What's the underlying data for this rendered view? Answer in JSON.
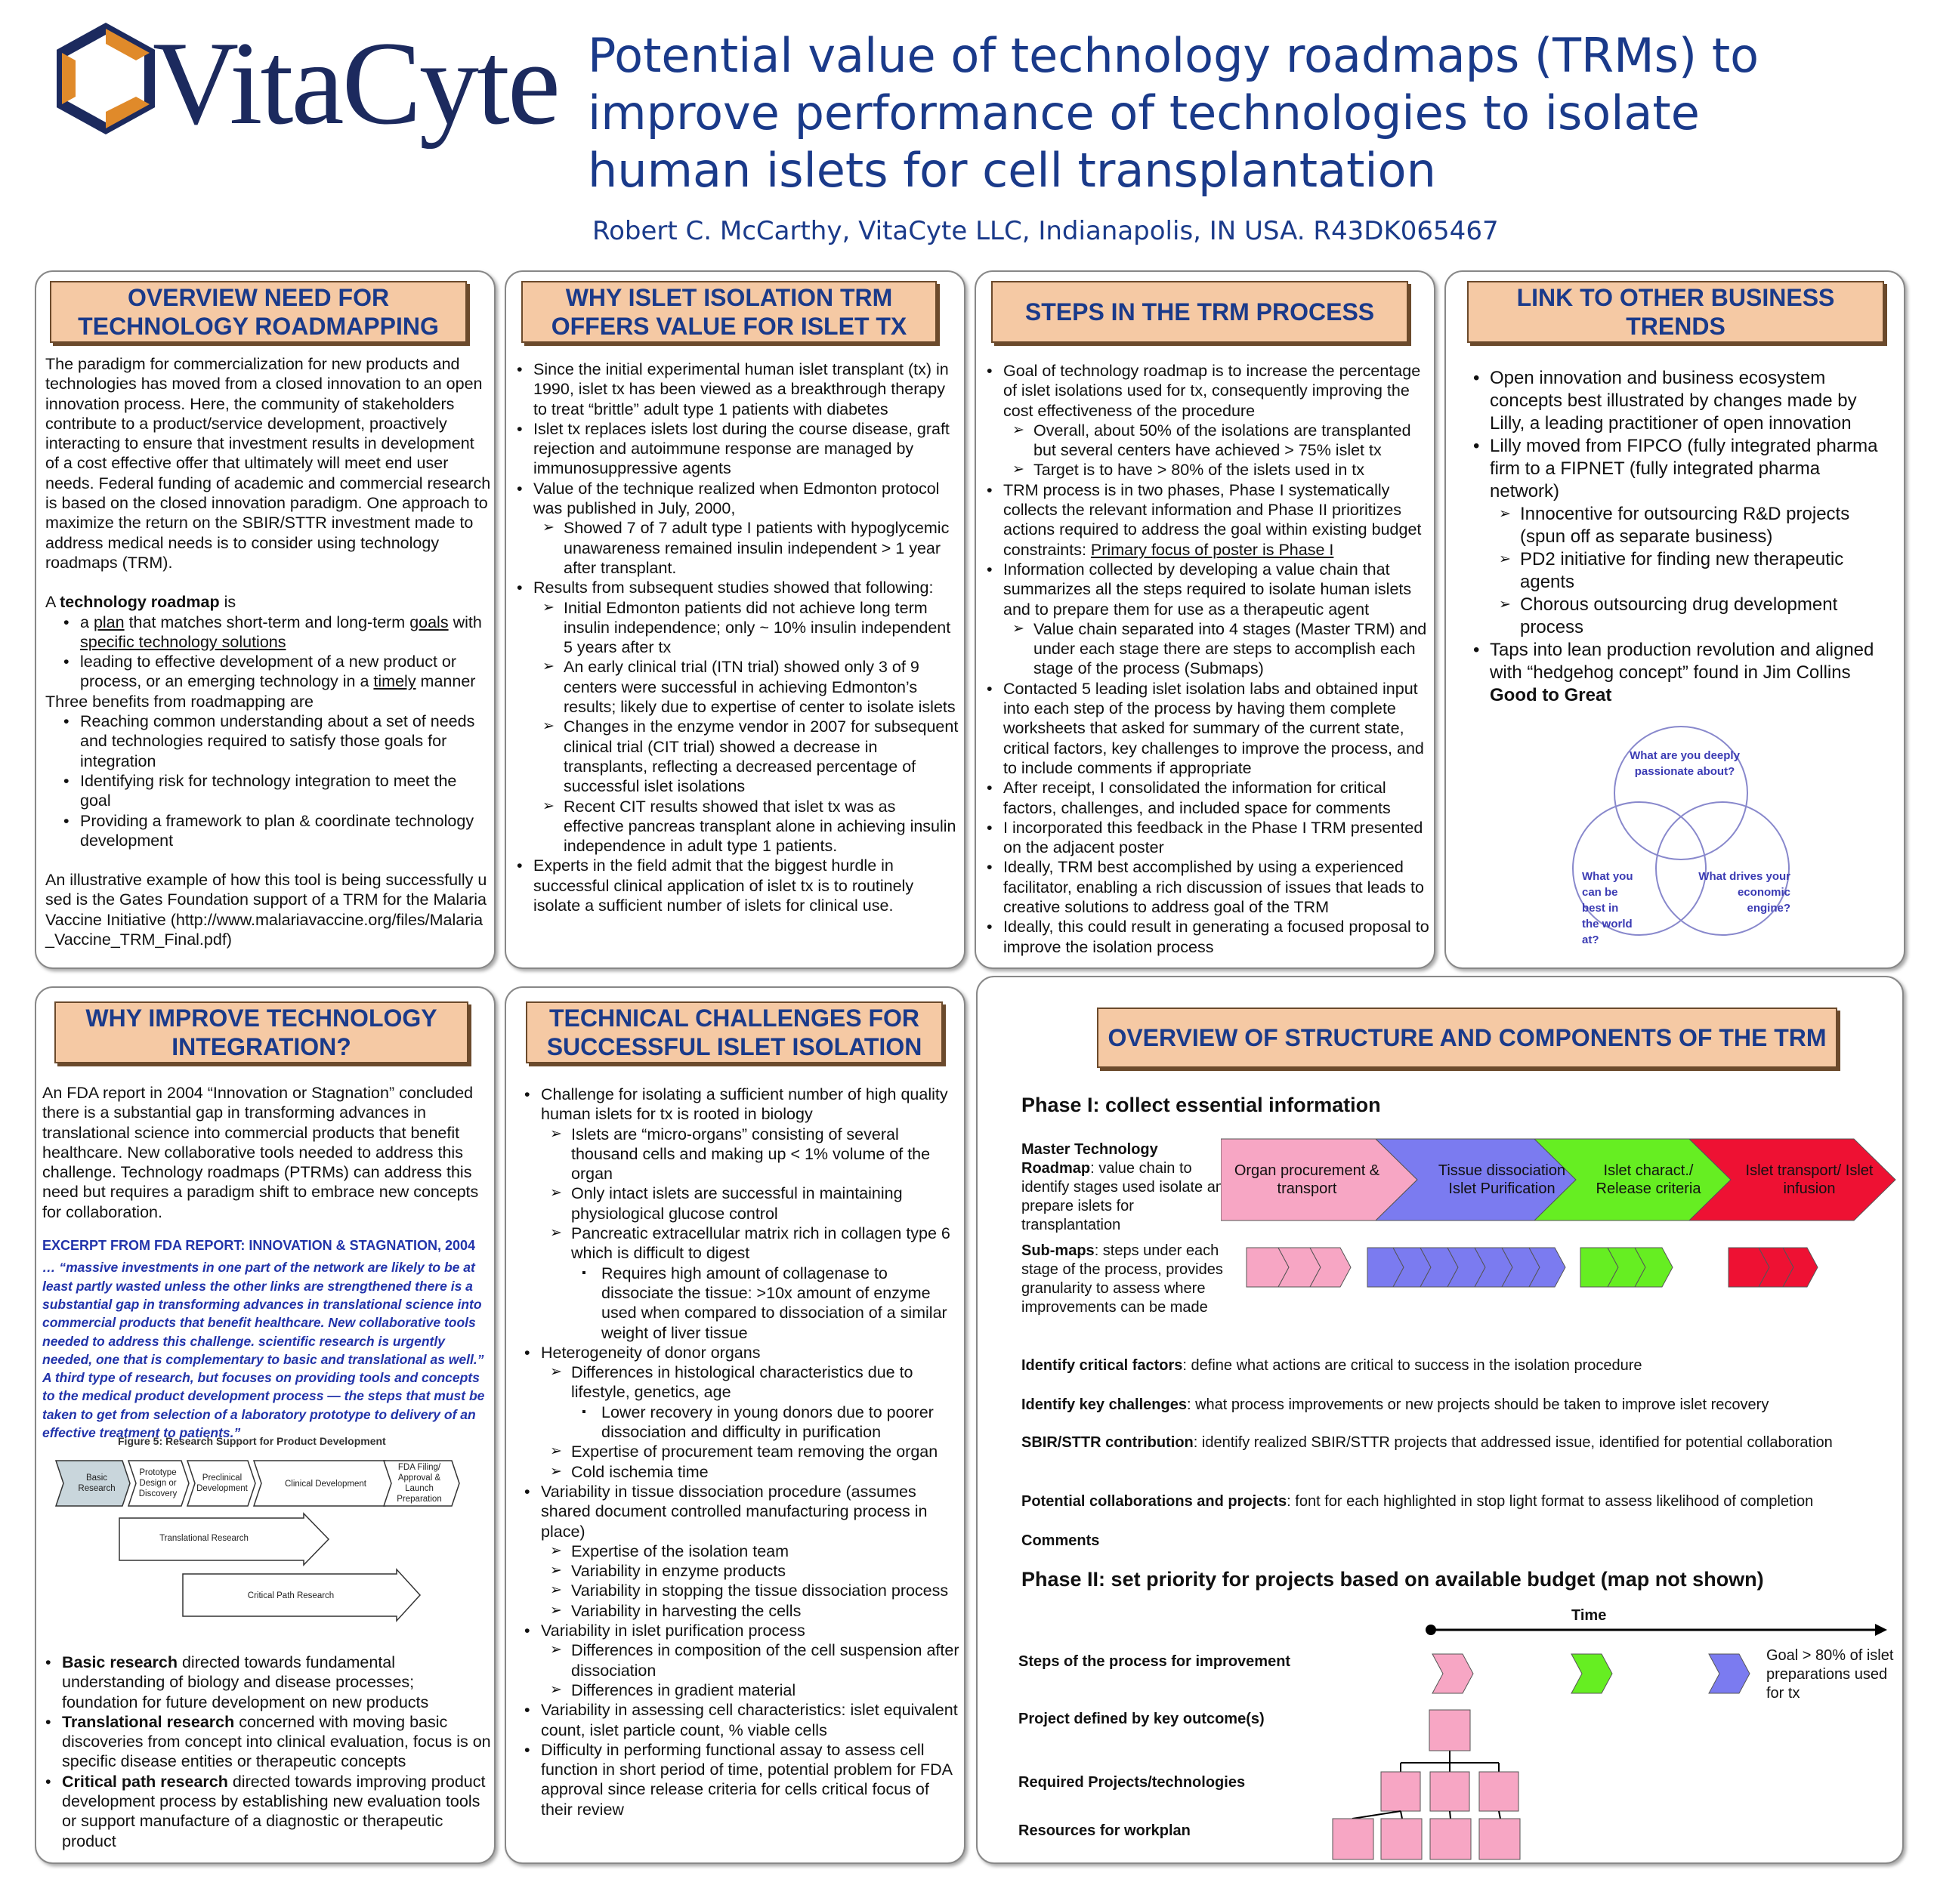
{
  "logo": {
    "text": "VitaCyte"
  },
  "title": {
    "line1": "Potential value of technology roadmaps (TRMs) to",
    "line2": "improve performance of technologies to isolate",
    "line3": "human islets for cell transplantation"
  },
  "author": "Robert C. McCarthy, VitaCyte LLC, Indianapolis, IN USA. R43DK065467",
  "overview": {
    "header1": "OVERVIEW NEED FOR",
    "header2": "TECHNOLOGY ROADMAPPING",
    "para1": "The paradigm for commercialization for new products and technologies has moved from a closed innovation to an open innovation process. Here, the community of stakeholders contribute to a product/service development, proactively interacting to ensure that investment results in development of a cost effective offer that ultimately will meet end user needs. Federal funding of academic and commercial research is based on the closed innovation paradigm. One approach to maximize the return on the SBIR/STTR investment made to address medical needs is to consider using technology roadmaps (TRM).",
    "def_a": "A ",
    "def_b": "technology roadmap",
    "def_c": " is",
    "b1_a": "a ",
    "b1_plan": "plan",
    "b1_b": " that matches short-term and long-term ",
    "b1_goals": "goals",
    "b1_c": " with ",
    "b1_sts": "specific technology solutions",
    "b2_a": "leading to effective development of a new product or process, or an emerging technology in a ",
    "b2_timely": "timely",
    "b2_b": " manner",
    "three": "Three benefits from roadmapping are",
    "ben1": "Reaching common understanding about a set of needs and technologies required to satisfy those goals for integration",
    "ben2": "Identifying risk for technology integration to meet the goal",
    "ben3": "Providing a framework to plan & coordinate technology development",
    "para2": "An illustrative example of how this tool is being successfully used is the Gates Foundation support of a TRM for the Malaria Vaccine Initiative (http://www.malariavaccine.org/files/Malaria_Vaccine_TRM_Final.pdf)"
  },
  "why_islet": {
    "header1": "WHY ISLET ISOLATION TRM",
    "header2": "OFFERS VALUE FOR ISLET TX",
    "b1": "Since the initial experimental human islet transplant (tx) in 1990, islet tx has been viewed as a breakthrough therapy to treat  “brittle” adult type 1 patients with diabetes",
    "b2": "Islet tx replaces islets lost during the course disease, graft rejection and autoimmune response are managed by immunosuppressive agents",
    "b3": "Value of the technique realized when Edmonton protocol was published in July, 2000,",
    "b3_1": "Showed 7 of 7 adult type I patients with hypoglycemic unawareness remained insulin independent > 1 year after transplant.",
    "b4": "Results from subsequent studies showed that following:",
    "b4_1": "Initial Edmonton patients did not achieve long term insulin independence; only ~ 10% insulin independent 5 years after tx",
    "b4_2": "An early clinical trial (ITN trial) showed only 3 of 9 centers were successful in achieving Edmonton’s results; likely due to expertise of center to isolate islets",
    "b4_3": "Changes in the enzyme vendor in 2007 for subsequent clinical trial (CIT trial) showed a decrease in transplants, reflecting a decreased percentage of successful islet isolations",
    "b4_4": "Recent CIT results showed that islet tx was as effective pancreas transplant alone in achieving insulin independence in adult type 1 patients.",
    "b5": "Experts in the field admit that the biggest hurdle in successful clinical application of islet tx is to routinely isolate a sufficient number of islets for clinical use."
  },
  "steps": {
    "header": "STEPS IN THE TRM PROCESS",
    "b1": "Goal of technology roadmap is to increase the percentage of islet isolations used for tx, consequently improving the cost effectiveness of the procedure",
    "b1_1": "Overall, about 50% of the isolations are transplanted but several centers have achieved > 75% islet tx",
    "b1_2": "Target is to have > 80% of the islets used in tx",
    "b2_a": "TRM process is in two phases, Phase I systematically collects the relevant information and Phase II prioritizes actions required to address the goal within existing budget constraints: ",
    "b2_u": "Primary focus of poster is Phase I",
    "b3": "Information collected by developing a value chain that summarizes all the steps required to isolate human islets and to prepare them for use as a therapeutic agent",
    "b3_1": "Value chain separated into 4 stages (Master TRM) and under each stage there are steps to accomplish each stage of the process (Submaps)",
    "b4": "Contacted 5 leading islet isolation labs and obtained input into each step of the process by having them complete worksheets that asked for summary of the current state, critical factors, key challenges to improve the process, and to include comments if appropriate",
    "b5": "After receipt, I consolidated the information for critical factors, challenges, and included space for comments",
    "b6": "I incorporated this feedback in the Phase I TRM presented on the adjacent poster",
    "b7": "Ideally, TRM best accomplished by using a experienced facilitator, enabling a rich discussion of issues that leads to creative solutions to address goal of the TRM",
    "b8": "Ideally, this could result in generating a focused proposal to improve the isolation process"
  },
  "link": {
    "header1": "LINK TO OTHER BUSINESS",
    "header2": "TRENDS",
    "b1": "Open innovation and business ecosystem concepts best illustrated by changes made by Lilly, a leading practitioner of open innovation",
    "b2": "Lilly moved from FIPCO (fully integrated pharma firm to a FIPNET (fully integrated pharma network)",
    "b2_1": "Innocentive for outsourcing R&D projects (spun off as separate business)",
    "b2_2": "PD2 initiative for finding new therapeutic agents",
    "b2_3": "Chorous outsourcing drug development process",
    "b3_a": "Taps into lean production revolution and aligned with “hedgehog concept” found in Jim Collins ",
    "b3_b": "Good to Great",
    "venn1": "What are you deeply passionate about?",
    "venn2": "What you can be best in the world at?",
    "venn3": "What drives your economic engine?"
  },
  "why_improve": {
    "header1": "WHY IMPROVE TECHNOLOGY",
    "header2": "INTEGRATION?",
    "para": "An FDA report in 2004 “Innovation or Stagnation” concluded there is a substantial gap in transforming advances in translational science into commercial products that benefit healthcare. New collaborative tools needed to address this challenge. Technology roadmaps (PTRMs) can address this need but requires a paradigm shift to embrace new concepts for collaboration.",
    "fda_head": "EXCERPT FROM FDA REPORT: INNOVATION & STAGNATION,  2004",
    "fda_quote": "… “massive investments in one part of the network are likely to be at least partly wasted unless the other links are strengthened there is a substantial gap in transforming advances in translational science into commercial products that benefit healthcare. New collaborative tools needed to address this challenge. scientific research is urgently needed, one that is complementary to basic and translational as well.” A third type of research, but focuses on providing tools and concepts to the medical product development process — the steps that must be taken to get from selection of a laboratory prototype to delivery of an effective treatment to patients.”",
    "fig_title": "Figure 5:  Research Support for Product Development",
    "fig_basic": "Basic Research",
    "fig_proto": "Prototype Design or Discovery",
    "fig_preclin": "Preclinical Development",
    "fig_clin": "Clinical Development",
    "fig_fda": "FDA Filing/ Approval & Launch Preparation",
    "fig_trans": "Translational Research",
    "fig_crit": "Critical Path Research",
    "b1_a": "Basic research",
    "b1_b": " directed towards fundamental understanding of biology and disease processes; foundation for future development on new products",
    "b2_a": "Translational research",
    "b2_b": " concerned with moving basic discoveries from concept into clinical evaluation, focus is on specific disease entities or therapeutic concepts",
    "b3_a": "Critical path research",
    "b3_b": " directed towards improving product development process by establishing new evaluation tools or support manufacture of a diagnostic or therapeutic product"
  },
  "challenges": {
    "header1": "TECHNICAL CHALLENGES FOR",
    "header2": "SUCCESSFUL ISLET ISOLATION",
    "b1": "Challenge for isolating a sufficient number of high quality human islets for tx is rooted in biology",
    "b1_1": "Islets are “micro-organs” consisting of several thousand cells and making up < 1% volume of the organ",
    "b1_2": "Only intact islets are successful in maintaining physiological glucose control",
    "b1_3": "Pancreatic extracellular matrix rich in collagen type 6 which is difficult to digest",
    "b1_3_1": "Requires high amount of collagenase to dissociate the tissue:  >10x amount of enzyme used when compared to dissociation of a similar weight of liver tissue",
    "b2": "Heterogeneity of donor organs",
    "b2_1": "Differences in histological characteristics due to lifestyle, genetics, age",
    "b2_1_1": "Lower recovery in young donors due to poorer dissociation  and difficulty in purification",
    "b2_2": "Expertise of procurement team removing the organ",
    "b2_3": "Cold ischemia time",
    "b3": "Variability in tissue dissociation procedure (assumes shared document controlled manufacturing process in place)",
    "b3_1": "Expertise of the isolation team",
    "b3_2": "Variability in enzyme products",
    "b3_3": "Variability in stopping the tissue dissociation process",
    "b3_4": "Variability in harvesting the cells",
    "b4": "Variability in islet purification process",
    "b4_1": "Differences in composition of the cell suspension after dissociation",
    "b4_2": "Differences in gradient material",
    "b5": "Variability in assessing cell characteristics: islet equivalent count, islet particle count, % viable cells",
    "b6": "Difficulty in performing functional assay to assess cell function in short period of time, potential problem for FDA approval since release criteria for cells critical focus of their review"
  },
  "structure": {
    "header": "OVERVIEW OF STRUCTURE AND COMPONENTS OF THE TRM",
    "phase1": "Phase I: collect essential information",
    "mtr_bold": "Master Technology Roadmap",
    "mtr_rest": ": value chain to identify stages used isolate and prepare islets for transplantation",
    "chev1": "Organ procurement & transport",
    "chev2": "Tissue dissociation Islet Purification",
    "chev3": "Islet charact./ Release criteria",
    "chev4": "Islet transport/ Islet infusion",
    "sub_bold": "Sub-maps",
    "sub_rest": ": steps under each stage of the process, provides granularity to assess where improvements can be made",
    "cf_bold": "Identify critical factors",
    "cf_rest": ": define what actions are critical to success in the isolation procedure",
    "kc_bold": "Identify key challenges",
    "kc_rest": ": what process improvements or new projects should be taken to improve islet recovery",
    "sbir_bold": "SBIR/STTR contribution",
    "sbir_rest": ": identify realized SBIR/STTR projects that addressed issue, identified for potential collaboration",
    "pc_bold": "Potential collaborations and projects",
    "pc_rest": ": font for each highlighted in stop light format to assess likelihood of completion",
    "comments": "Comments",
    "phase2": "Phase II: set priority for projects based on available budget (map not shown)",
    "time": "Time",
    "steps_label": "Steps of the process for improvement",
    "goal": "Goal > 80% of islet preparations used for tx",
    "proj_label": "Project defined by key outcome(s)",
    "req_label": "Required Projects/technologies",
    "res_label": "Resources for workplan"
  },
  "colors": {
    "header_fill": "#f5c9a4",
    "header_text": "#1a3a8a",
    "pink": "#f7a6c4",
    "blue": "#7b7bf0",
    "green": "#66ee22",
    "red": "#ee1133"
  }
}
